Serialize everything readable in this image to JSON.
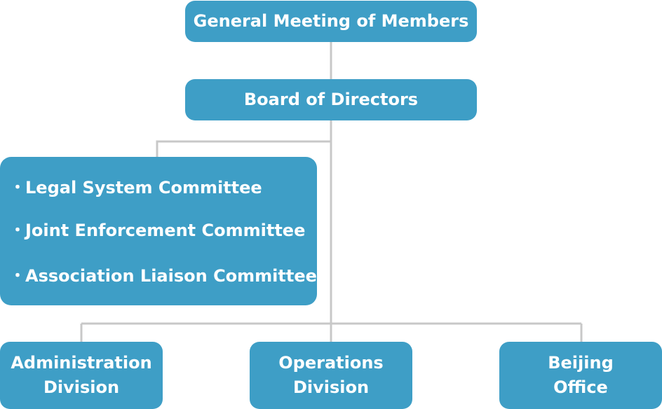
{
  "colors": {
    "box_fill": "#3e9ec6",
    "connector": "#c8c8c8",
    "text": "#ffffff"
  },
  "nodes": {
    "general_meeting": "General Meeting of Members",
    "board": "Board of Directors",
    "committees": [
      {
        "bullet": "・",
        "label": "Legal System Committee"
      },
      {
        "bullet": "・",
        "label": "Joint Enforcement Committee"
      },
      {
        "bullet": "・",
        "label": "Association Liaison Committee"
      }
    ],
    "divisions": [
      {
        "line1": "Administration",
        "line2": "Division"
      },
      {
        "line1": "Operations",
        "line2": "Division"
      },
      {
        "line1": "Beijing",
        "line2": "Office"
      }
    ]
  }
}
